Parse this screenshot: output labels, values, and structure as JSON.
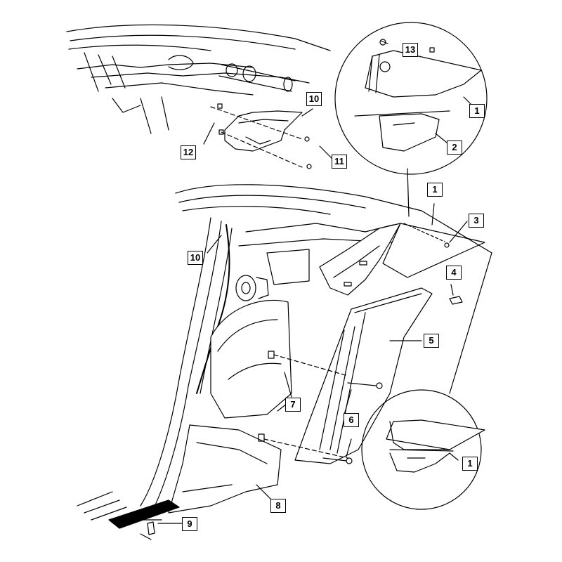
{
  "diagram": {
    "callouts": [
      {
        "id": "c13",
        "label": "13"
      },
      {
        "id": "c10a",
        "label": "10"
      },
      {
        "id": "c1a",
        "label": "1"
      },
      {
        "id": "c2",
        "label": "2"
      },
      {
        "id": "c12",
        "label": "12"
      },
      {
        "id": "c11",
        "label": "11"
      },
      {
        "id": "c1b",
        "label": "1"
      },
      {
        "id": "c3",
        "label": "3"
      },
      {
        "id": "c10b",
        "label": "10"
      },
      {
        "id": "c4",
        "label": "4"
      },
      {
        "id": "c5",
        "label": "5"
      },
      {
        "id": "c7",
        "label": "7"
      },
      {
        "id": "c6",
        "label": "6"
      },
      {
        "id": "c1c",
        "label": "1"
      },
      {
        "id": "c8",
        "label": "8"
      },
      {
        "id": "c9",
        "label": "9"
      }
    ]
  },
  "colors": {
    "line": "#000000",
    "background": "#ffffff",
    "fill": "#ffffff"
  }
}
